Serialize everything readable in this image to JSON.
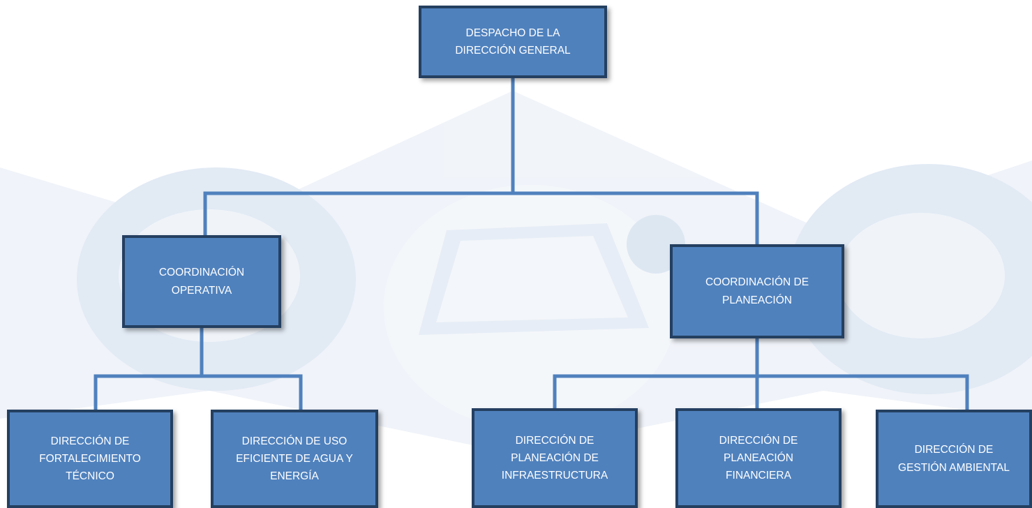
{
  "colors": {
    "box_fill": "#4f81bd",
    "box_border": "#243f60",
    "connector": "#4f81bd",
    "text": "#ffffff",
    "watermark": "#dfe8f3"
  },
  "org_chart": {
    "root": {
      "label": "DESPACHO DE LA\nDIRECCIÓN GENERAL"
    },
    "coordinations": [
      {
        "label": "COORDINACIÓN\nOPERATIVA"
      },
      {
        "label": "COORDINACIÓN DE\nPLANEACIÓN"
      }
    ],
    "directions": [
      {
        "label": "DIRECCIÓN DE\nFORTALECIMIENTO\nTÉCNICO",
        "parent": 0
      },
      {
        "label": "DIRECCIÓN DE USO\nEFICIENTE DE AGUA Y\nENERGÍA",
        "parent": 0
      },
      {
        "label": "DIRECCIÓN DE\nPLANEACIÓN DE\nINFRAESTRUCTURA",
        "parent": 1
      },
      {
        "label": "DIRECCIÓN DE\nPLANEACIÓN\nFINANCIERA",
        "parent": 1
      },
      {
        "label": "DIRECCIÓN DE\nGESTIÓN AMBIENTAL",
        "parent": 1
      }
    ]
  }
}
